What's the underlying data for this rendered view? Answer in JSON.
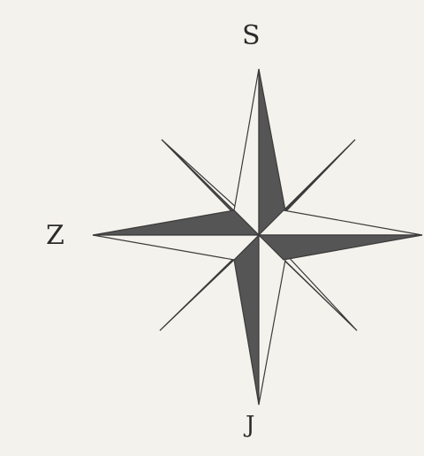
{
  "labels": {
    "north": "S",
    "west": "Z",
    "south": "J"
  },
  "colors": {
    "background": "#f4f2ec",
    "ink": "#3a3a3a",
    "fill_dark": "#555555",
    "fill_light": "#f4f2ec"
  },
  "icon": "compass-rose-icon"
}
